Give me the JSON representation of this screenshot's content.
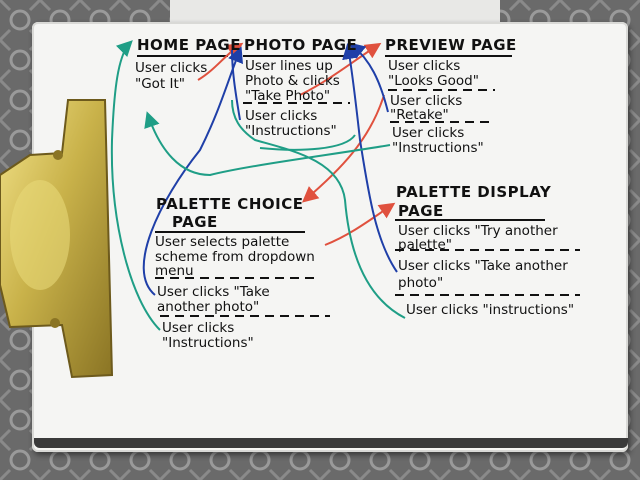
{
  "home_page": {
    "title": "HOME PAGE",
    "action1_line1": "User clicks",
    "action1_line2": "\"Got It\""
  },
  "photo_page": {
    "title": "PHOTO PAGE",
    "action1_line1": "User lines up",
    "action1_line2": "Photo & clicks",
    "action1_line3": "\"Take Photo\"",
    "action2_line1": "User clicks",
    "action2_line2": "\"Instructions\""
  },
  "preview_page": {
    "title": "PREVIEW PAGE",
    "action1_line1": "User clicks",
    "action1_line2": "\"Looks Good\"",
    "action2_line1": "User clicks",
    "action2_line2": "\"Retake\"",
    "action3_line1": "User clicks",
    "action3_line2": "\"Instructions\""
  },
  "palette_choice_page": {
    "title_line1": "PALETTE CHOICE",
    "title_line2": "PAGE",
    "action1_line1": "User selects palette",
    "action1_line2": "scheme from dropdown",
    "action1_line3": "menu",
    "action2_line1": "User clicks \"Take",
    "action2_line2": "another photo\"",
    "action3_line1": "User clicks",
    "action3_line2": "\"Instructions\""
  },
  "palette_display_page": {
    "title_line1": "PALETTE DISPLAY",
    "title_line2": "PAGE",
    "action1_line1": "User clicks \"Try another",
    "action1_line2": "palette\"",
    "action2_line1": "User clicks \"Take another",
    "action2_line2": "photo\"",
    "action3": "User clicks \"instructions\""
  },
  "colors": {
    "ink_black": "#111111",
    "ink_blue": "#1f3fa8",
    "ink_red": "#e0513e",
    "ink_teal": "#1f9e86",
    "board": "#f5f5f3",
    "clip_brass": "#c9b24a"
  }
}
